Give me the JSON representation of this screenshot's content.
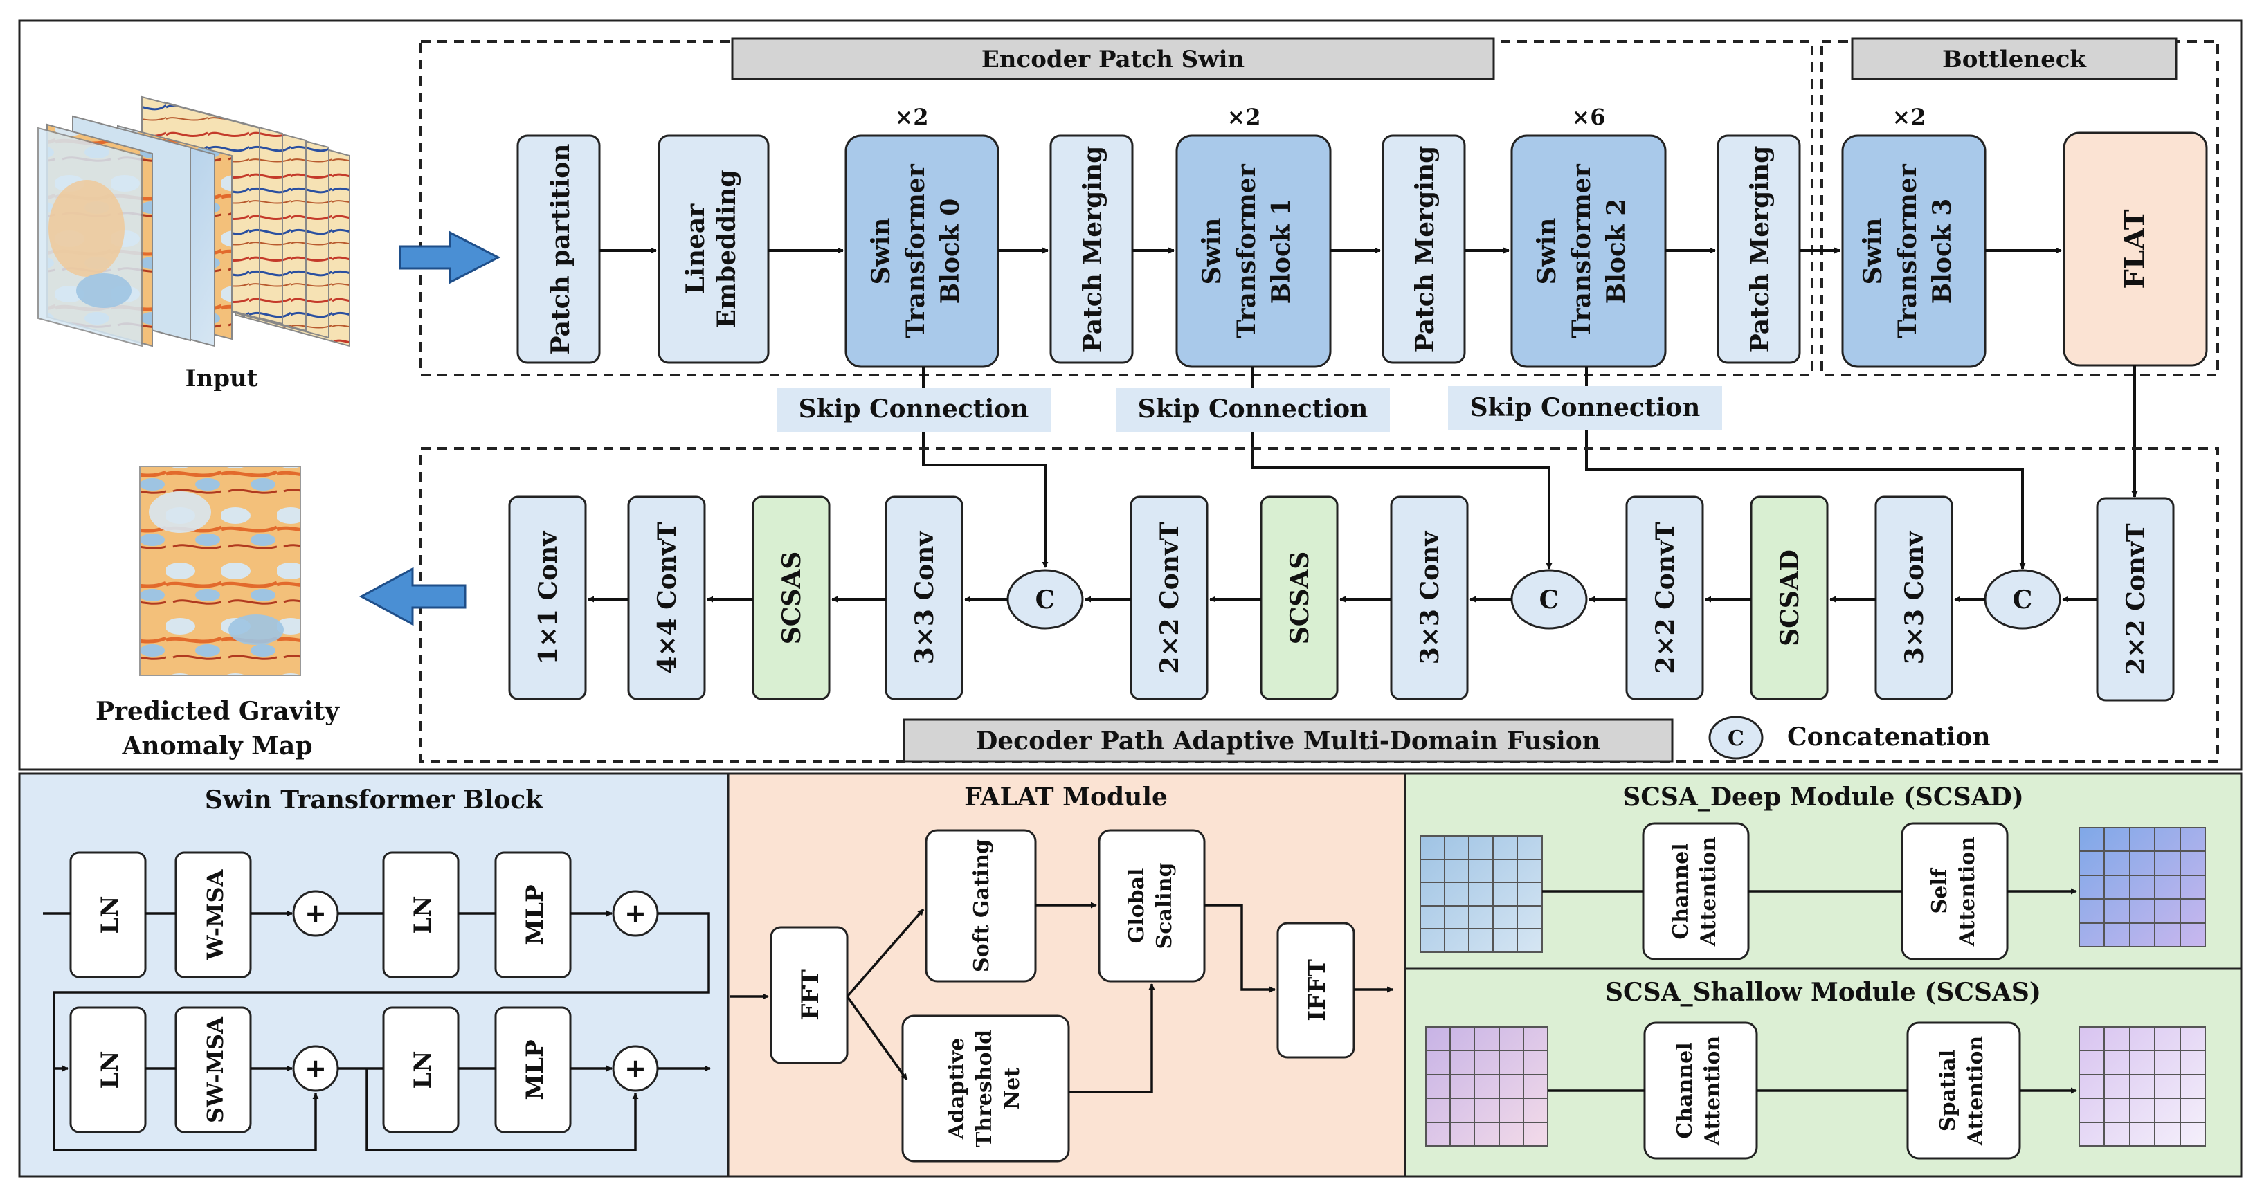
{
  "colors": {
    "block_blue": "#a9c9ea",
    "block_light": "#dbe8f5",
    "block_green": "#d9efd2",
    "block_peach": "#fbe3d3",
    "header_gray": "#d4d4d4",
    "panel_blue": "#dce9f6",
    "panel_peach": "#fbe3d3",
    "panel_green": "#dcefd4",
    "arrow_blue": "#4a8fd4"
  },
  "encoder": {
    "title": "Encoder Patch Swin",
    "blocks": {
      "patch_partition": "Patch partition",
      "linear_embedding": [
        "Linear",
        "Embedding"
      ],
      "swin0": [
        "Swin",
        "Transformer",
        "Block 0"
      ],
      "merge0": "Patch Merging",
      "swin1": [
        "Swin",
        "Transformer",
        "Block 1"
      ],
      "merge1": "Patch Merging",
      "swin2": [
        "Swin",
        "Transformer",
        "Block 2"
      ],
      "merge2": "Patch Merging"
    },
    "repeats": {
      "swin0": "×2",
      "swin1": "×2",
      "swin2": "×6"
    }
  },
  "bottleneck": {
    "title": "Bottleneck",
    "swin3": [
      "Swin",
      "Transformer",
      "Block 3"
    ],
    "repeat": "×2",
    "flat": "FLAT"
  },
  "input_label": "Input",
  "output_label": [
    "Predicted Gravity",
    "Anomaly Map"
  ],
  "skip_label": "Skip Connection",
  "decoder": {
    "title": "Decoder Path Adaptive Multi-Domain Fusion",
    "concat_symbol": "C",
    "concat_legend": "Concatenation",
    "blocks": {
      "conv1x1": "1×1 Conv",
      "convT4": "4×4 ConvT",
      "scsas_a": "SCSAS",
      "conv3_a": "3×3 Conv",
      "convT2_a": "2×2 ConvT",
      "scsas_b": "SCSAS",
      "conv3_b": "3×3 Conv",
      "convT2_b": "2×2 ConvT",
      "scsad": "SCSAD",
      "conv3_c": "3×3 Conv",
      "convT2_c": "2×2 ConvT"
    }
  },
  "swin_panel": {
    "title": "Swin Transformer Block",
    "ln": "LN",
    "wmsa": "W-MSA",
    "swmsa": "SW-MSA",
    "mlp": "MLP",
    "plus": "+"
  },
  "falat_panel": {
    "title": "FALAT Module",
    "fft": "FFT",
    "soft_gating": "Soft Gating",
    "global_scaling": [
      "Global",
      "Scaling"
    ],
    "threshold": [
      "Adaptive",
      "Threshold",
      "Net"
    ],
    "ifft": "IFFT"
  },
  "scsad_panel": {
    "title": "SCSA_Deep Module (SCSAD)",
    "channel_attention": [
      "Channel",
      "Attention"
    ],
    "self_attention": [
      "Self",
      "Attention"
    ]
  },
  "scsas_panel": {
    "title": "SCSA_Shallow Module (SCSAS)",
    "channel_attention": [
      "Channel",
      "Attention"
    ],
    "spatial_attention": [
      "Spatial",
      "Attention"
    ]
  }
}
